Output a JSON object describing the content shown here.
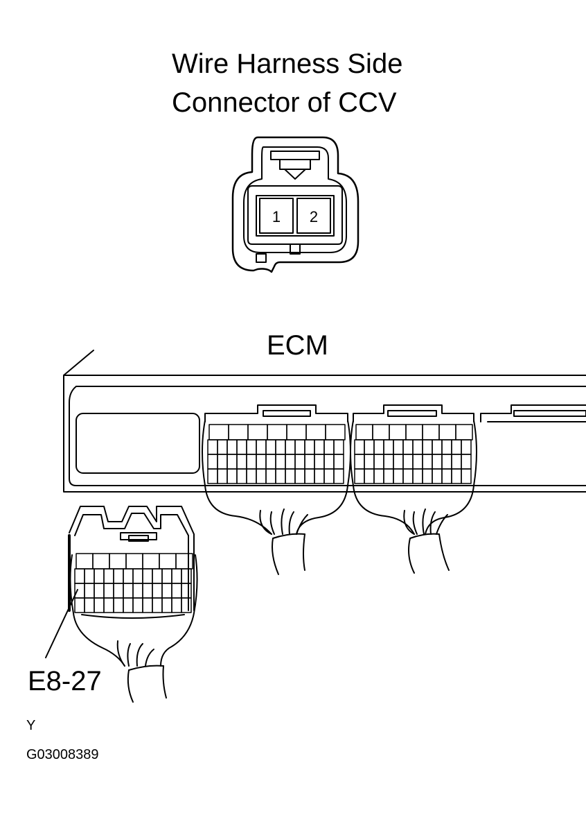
{
  "title": {
    "line1": "Wire Harness Side",
    "line2": "Connector of CCV"
  },
  "ccv_connector": {
    "pins": [
      "1",
      "2"
    ]
  },
  "ecm": {
    "label": "ECM"
  },
  "pin_callout": "E8-27",
  "footer": {
    "code": "Y",
    "figure_id": "G03008389"
  }
}
